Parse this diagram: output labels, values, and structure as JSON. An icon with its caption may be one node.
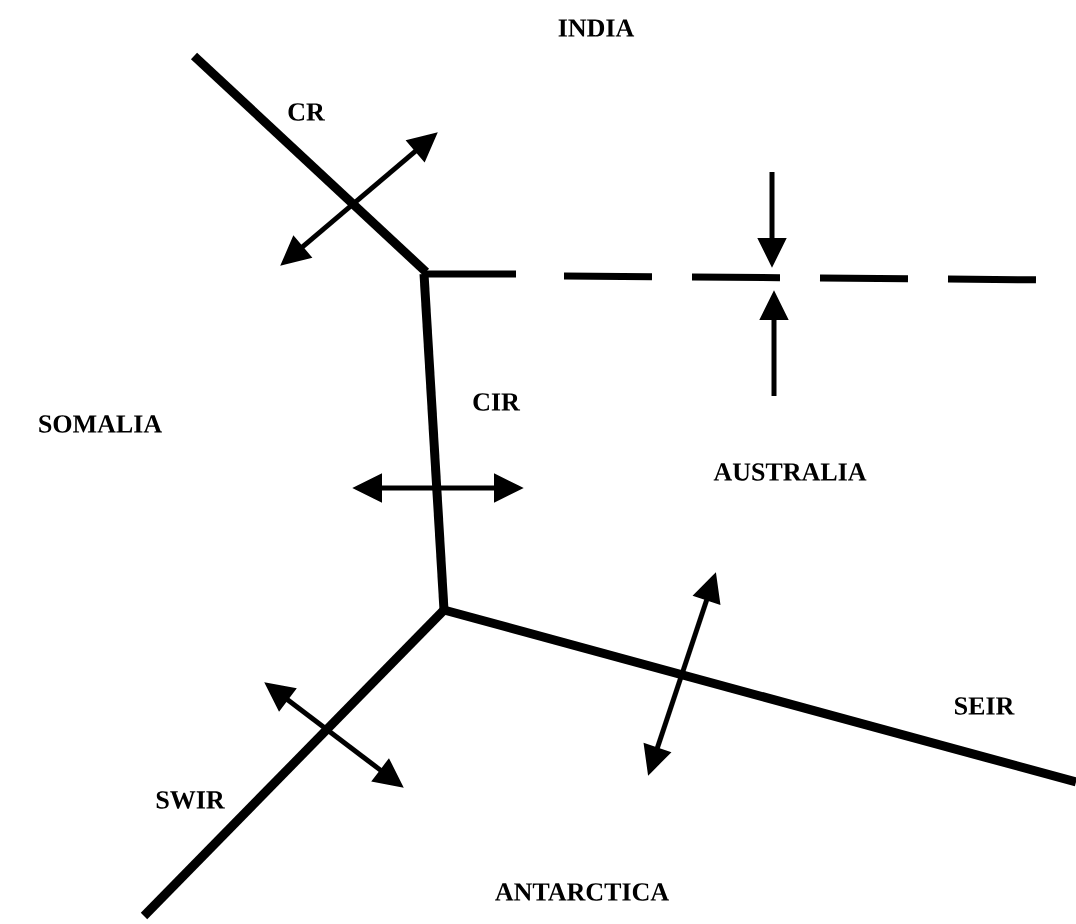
{
  "diagram": {
    "labels": [
      "INDIA",
      "CR",
      "SOMALIA",
      "CIR",
      "AUSTRALIA",
      "SEIR",
      "SWIR",
      "ANTARCTICA"
    ]
  }
}
